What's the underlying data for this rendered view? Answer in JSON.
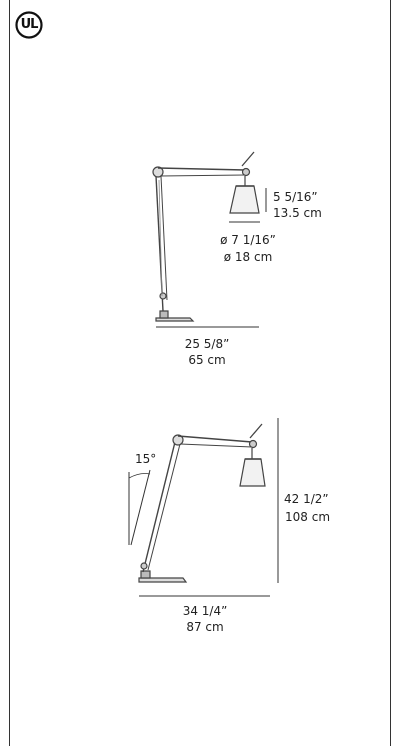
{
  "certification": {
    "mark": "UL"
  },
  "diagram1": {
    "shade_height_in": "5 5/16”",
    "shade_height_cm": "13.5 cm",
    "shade_diameter_in": "ø 7 1/16”",
    "shade_diameter_cm": "ø 18 cm",
    "base_width_in": "25 5/8”",
    "base_width_cm": "65 cm"
  },
  "diagram2": {
    "tilt_angle": "15°",
    "height_in": "42 1/2”",
    "height_cm": "108 cm",
    "width_in": "34 1/4”",
    "width_cm": "87 cm"
  }
}
